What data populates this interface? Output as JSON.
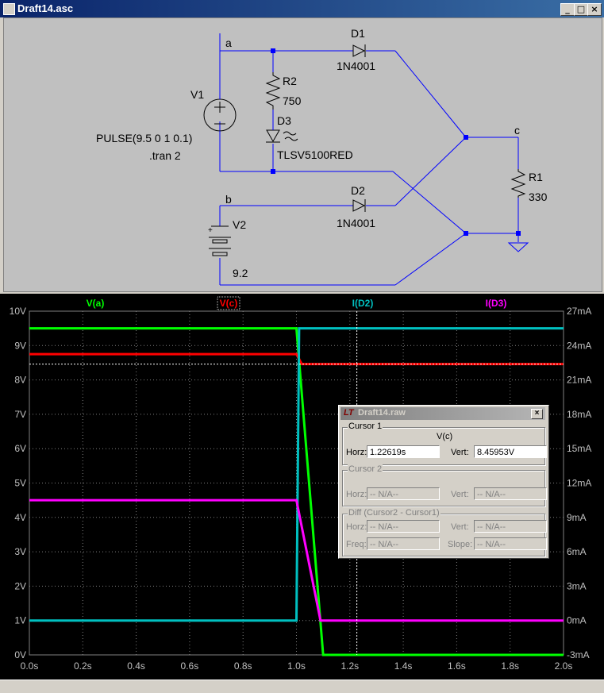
{
  "window": {
    "title": "Draft14.asc",
    "btn_min": "_",
    "btn_max": "□",
    "btn_close": "×"
  },
  "schematic": {
    "net_a": "a",
    "net_b": "b",
    "net_c": "c",
    "v1_name": "V1",
    "v1_value": "PULSE(9.5 0 1 0.1)",
    "directive": ".tran 2",
    "v2_name": "V2",
    "v2_value": "9.2",
    "r2_name": "R2",
    "r2_value": "750",
    "d3_name": "D3",
    "d3_model": "TLSV5100RED",
    "d1_name": "D1",
    "d1_model": "1N4001",
    "d2_name": "D2",
    "d2_model": "1N4001",
    "r1_name": "R1",
    "r1_value": "330",
    "plus_sign": "+"
  },
  "plot": {
    "traces": [
      {
        "name": "V(a)",
        "color": "#00ff00"
      },
      {
        "name": "V(c)",
        "color": "#ff0000"
      },
      {
        "name": "I(D2)",
        "color": "#00c0c0"
      },
      {
        "name": "I(D3)",
        "color": "#ff00ff"
      }
    ],
    "left_ticks": [
      "10V",
      "9V",
      "8V",
      "7V",
      "6V",
      "5V",
      "4V",
      "3V",
      "2V",
      "1V",
      "0V"
    ],
    "right_ticks": [
      "27mA",
      "24mA",
      "21mA",
      "18mA",
      "15mA",
      "12mA",
      "9mA",
      "6mA",
      "3mA",
      "0mA",
      "-3mA"
    ],
    "x_ticks": [
      "0.0s",
      "0.2s",
      "0.4s",
      "0.6s",
      "0.8s",
      "1.0s",
      "1.2s",
      "1.4s",
      "1.6s",
      "1.8s",
      "2.0s"
    ]
  },
  "cursor_window": {
    "logo": "LT",
    "title": "Draft14.raw",
    "close": "×",
    "group1": "Cursor 1",
    "trace": "V(c)",
    "horz_label": "Horz:",
    "horz_value": "1.22619s",
    "vert_label": "Vert:",
    "vert_value": "8.45953V",
    "group2": "Cursor 2",
    "c2_horz_label": "Horz:",
    "c2_horz_value": "-- N/A--",
    "c2_vert_label": "Vert:",
    "c2_vert_value": "-- N/A--",
    "group3": "Diff (Cursor2 - Cursor1)",
    "d_horz_label": "Horz:",
    "d_horz_value": "-- N/A--",
    "d_vert_label": "Vert:",
    "d_vert_value": "-- N/A--",
    "d_freq_label": "Freq:",
    "d_freq_value": "-- N/A--",
    "d_slope_label": "Slope:",
    "d_slope_value": "-- N/A--"
  },
  "chart_data": {
    "type": "line",
    "xlim": [
      0,
      2
    ],
    "ylim_left_V": [
      0,
      10
    ],
    "ylim_right_mA": [
      -3,
      27
    ],
    "series": [
      {
        "name": "V(a)",
        "axis": "left",
        "x": [
          0,
          1.0,
          1.1,
          2.0
        ],
        "y": [
          9.5,
          9.5,
          0,
          0
        ]
      },
      {
        "name": "V(c)",
        "axis": "left",
        "x": [
          0,
          1.0,
          1.02,
          2.0
        ],
        "y": [
          8.75,
          8.75,
          8.46,
          8.46
        ]
      },
      {
        "name": "I(D2)",
        "axis": "right",
        "x": [
          0,
          1.0,
          1.01,
          2.0
        ],
        "y": [
          0,
          0,
          25.5,
          25.5
        ]
      },
      {
        "name": "I(D3)",
        "axis": "right",
        "x": [
          0,
          1.0,
          1.09,
          2.0
        ],
        "y": [
          10.5,
          10.5,
          0,
          0
        ]
      }
    ],
    "cursor": {
      "x": 1.22619,
      "y": 8.45953
    }
  }
}
